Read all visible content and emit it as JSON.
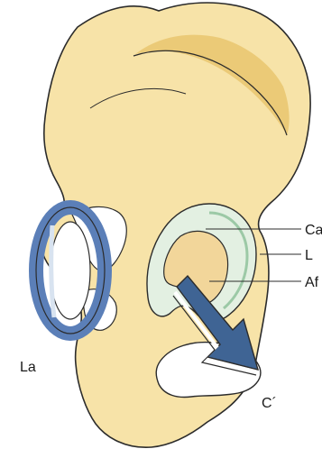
{
  "labels": {
    "ca": "Ca",
    "l": "L",
    "af": "Af",
    "la": "La",
    "c_prime": "C´"
  },
  "colors": {
    "bone_fill": "#F7E3A8",
    "bone_outline": "#2B2B2B",
    "bone_shadow": "#E9C56E",
    "cartilage_fill": "#E3F0E2",
    "cartilage_edge": "#9CC9A6",
    "fossa_fill": "#F2D69A",
    "ring_blue": "#5B7FB8",
    "ring_light": "#D8E3F0",
    "arrow_fill": "#3F6494",
    "arrow_light": "#FFFFFF"
  },
  "icons": {
    "ring": "ring-icon",
    "arrow": "displacement-arrow-icon"
  }
}
